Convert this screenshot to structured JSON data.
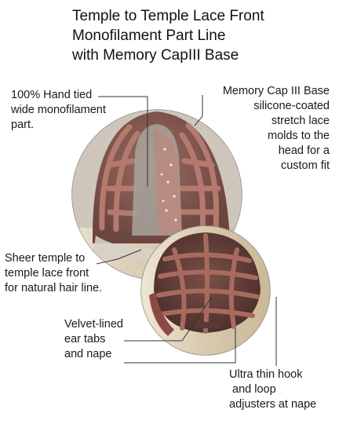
{
  "title": {
    "line1": "Temple to Temple Lace Front",
    "line2": "Monofilament Part Line",
    "line3": "with Memory CapIII Base"
  },
  "callouts": {
    "mono_part": {
      "line1": "100% Hand tied",
      "line2": "wide monofilament",
      "line3": "part."
    },
    "memory_cap": {
      "line1": "Memory Cap III Base",
      "line2": "silicone-coated",
      "line3": "stretch lace",
      "line4": "molds to the",
      "line5": "head for a",
      "line6": "custom fit"
    },
    "lace_front": {
      "line1": "Sheer temple to",
      "line2": "temple lace front",
      "line3": "for natural hair line."
    },
    "ear_tabs": {
      "line1": "Velvet-lined",
      "line2": "ear tabs",
      "line3": "and nape"
    },
    "adjusters": {
      "line1": "Ultra thin hook",
      "line2": "and loop",
      "line3": "adjusters at nape"
    }
  },
  "colors": {
    "cap_lace": "#a86a5e",
    "cap_dark": "#5a3a36",
    "hair_light": "#e6dcc8",
    "leader_line": "#333333"
  }
}
